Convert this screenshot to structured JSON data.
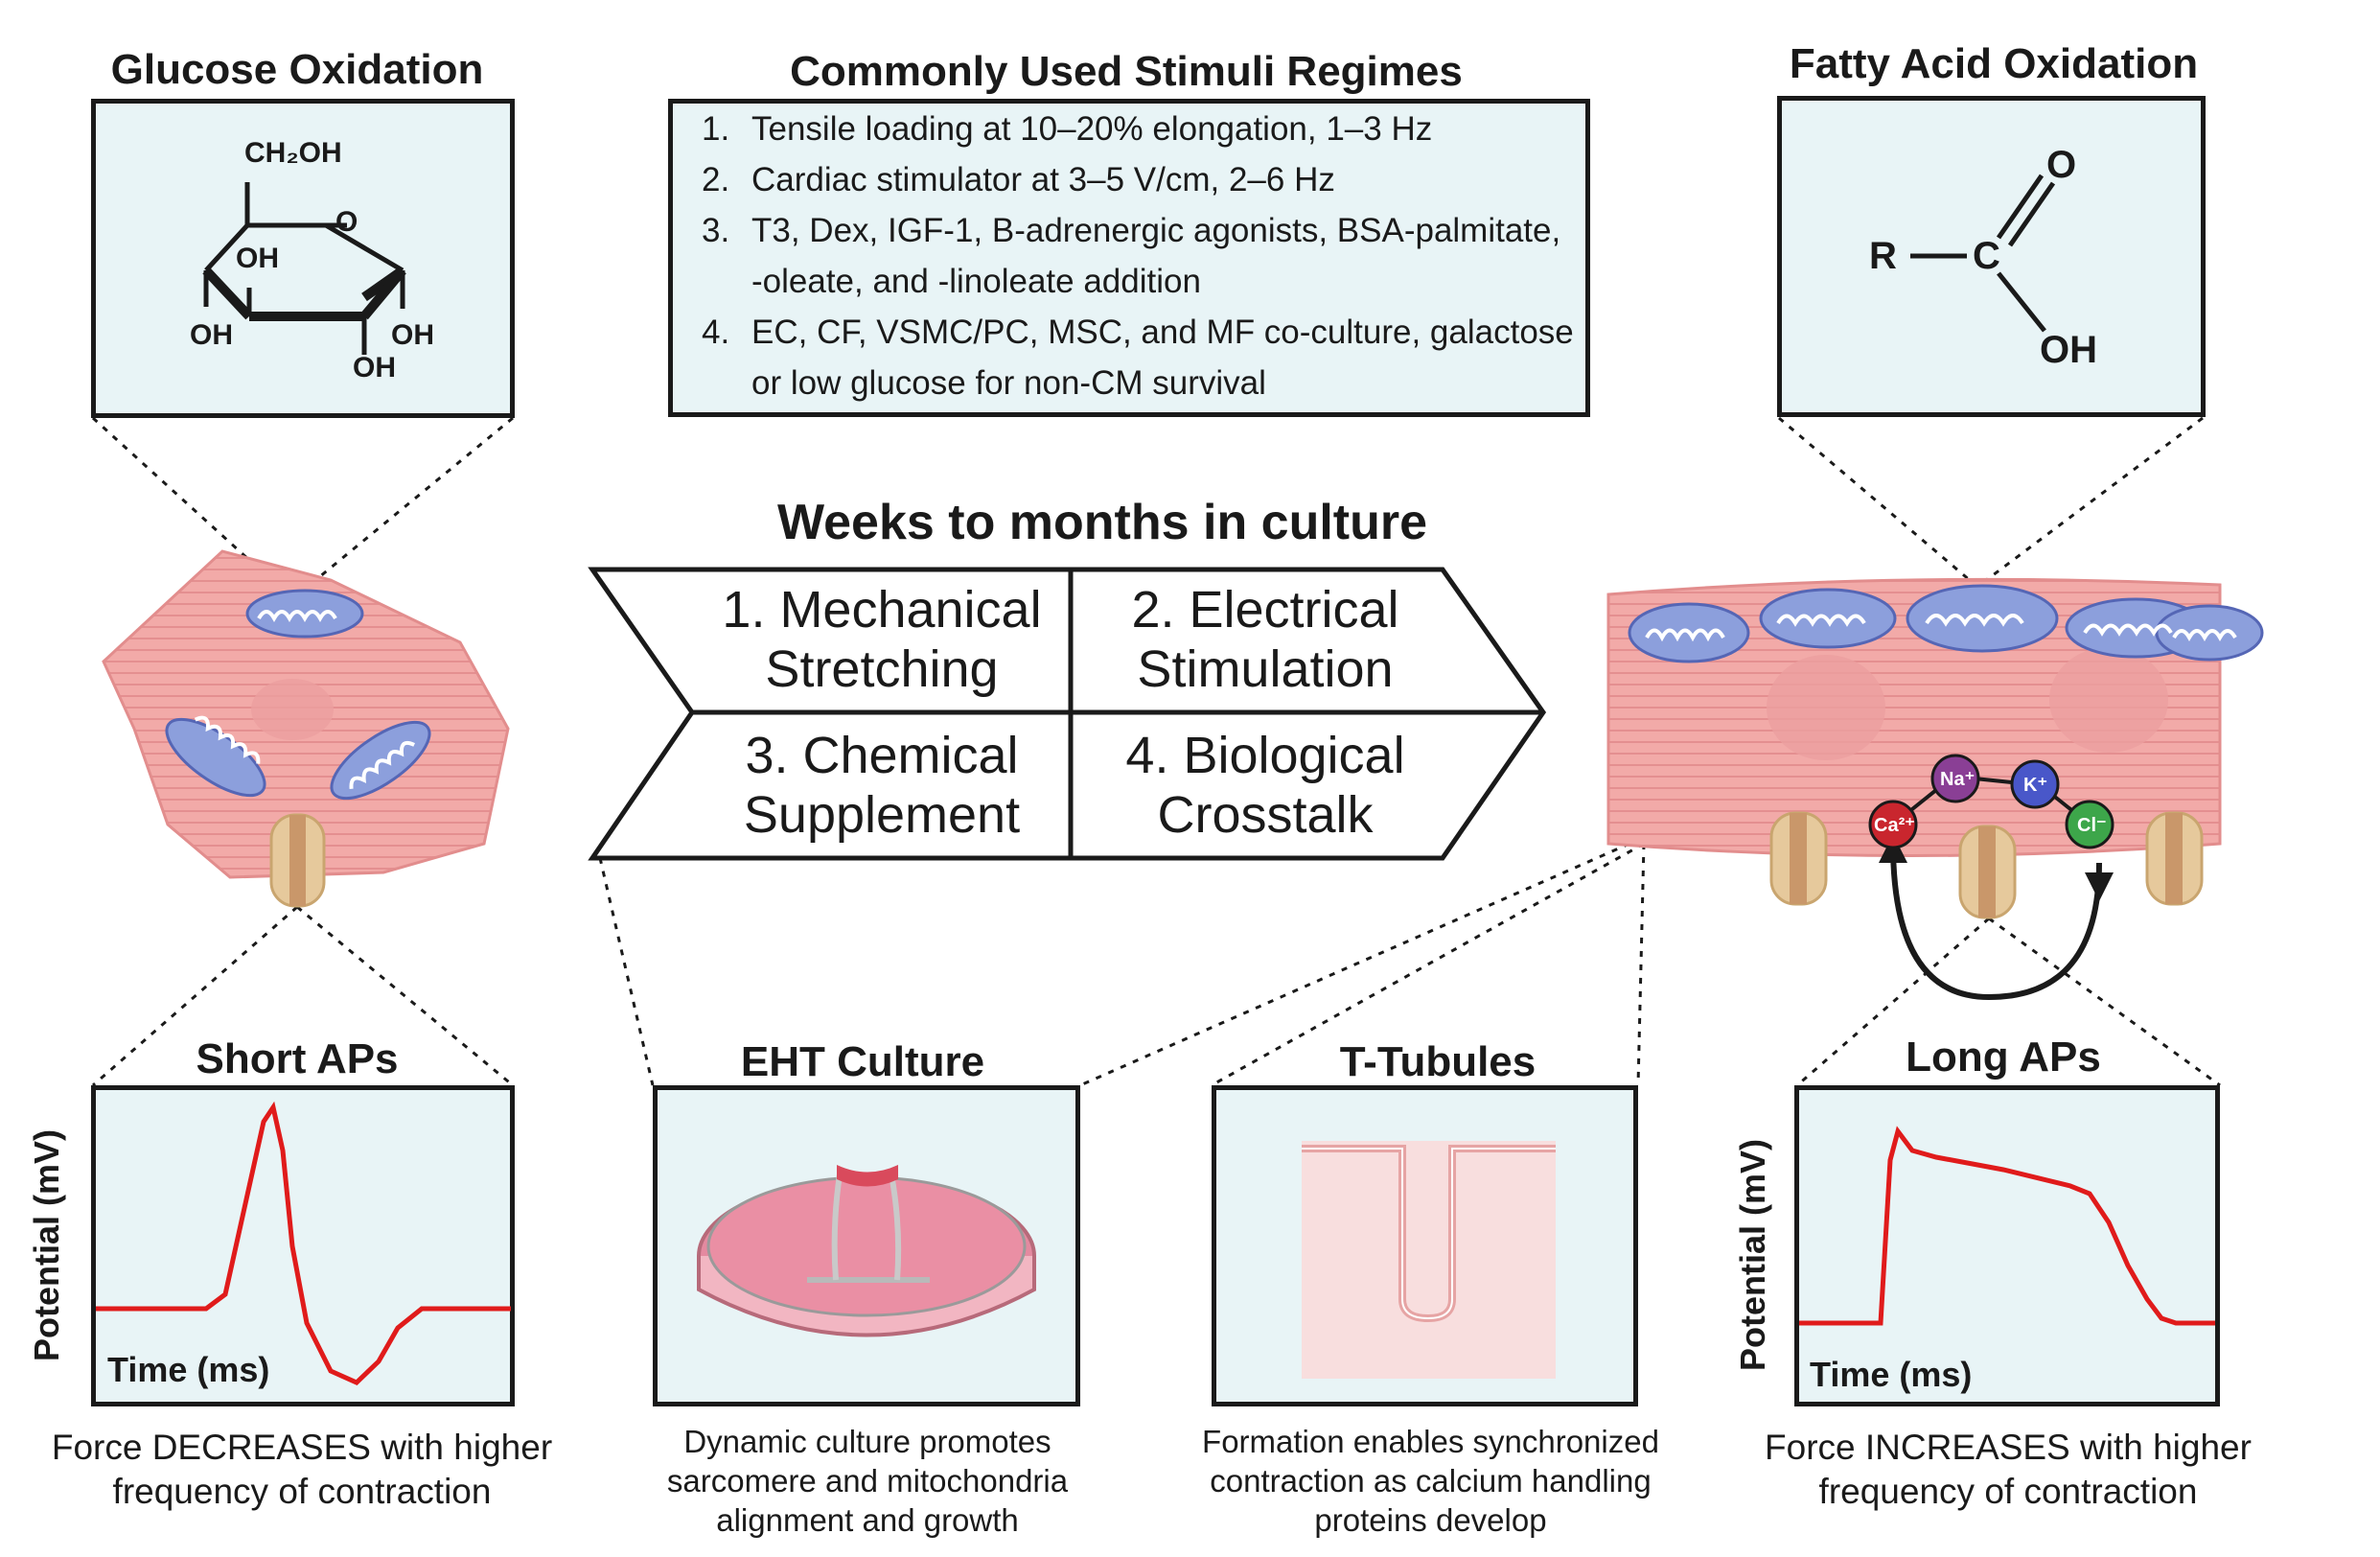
{
  "titles": {
    "glucose": "Glucose Oxidation",
    "stimuli": "Commonly Used Stimuli Regimes",
    "fatty": "Fatty Acid Oxidation",
    "weeks": "Weeks to months in culture",
    "short_aps": "Short APs",
    "eht": "EHT Culture",
    "ttubules": "T-Tubules",
    "long_aps": "Long APs"
  },
  "stimuli_list": [
    {
      "num": "1.",
      "lines": [
        "Tensile loading at 10–20% elongation, 1–3 Hz"
      ]
    },
    {
      "num": "2.",
      "lines": [
        "Cardiac stimulator at 3–5 V/cm, 2–6 Hz"
      ]
    },
    {
      "num": "3.",
      "lines": [
        "T3, Dex, IGF-1, B-adrenergic agonists, BSA-palmitate,",
        "-oleate, and -linoleate addition"
      ]
    },
    {
      "num": "4.",
      "lines": [
        "EC, CF, VSMC/PC, MSC, and MF co-culture, galactose",
        "or low glucose for non-CM survival"
      ]
    }
  ],
  "glucose_labels": {
    "ch2oh": "CH₂OH",
    "o": "O",
    "oh_top": "OH",
    "oh_left": "OH",
    "oh_bottom": "OH",
    "oh_right": "OH"
  },
  "fatty_labels": {
    "r": "R",
    "c": "C",
    "o": "O",
    "oh": "OH"
  },
  "chevron": {
    "cell1": [
      "1. Mechanical",
      "Stretching"
    ],
    "cell2": [
      "2. Electrical",
      "Stimulation"
    ],
    "cell3": [
      "3. Chemical",
      "Supplement"
    ],
    "cell4": [
      "4. Biological",
      "Crosstalk"
    ]
  },
  "ions": {
    "na": "Na⁺",
    "k": "K⁺",
    "ca": "Ca²⁺",
    "cl": "Cl⁻"
  },
  "axes": {
    "potential": "Potential (mV)",
    "time": "Time (ms)"
  },
  "captions": {
    "short": [
      "Force DECREASES with higher",
      "frequency of contraction"
    ],
    "eht": [
      "Dynamic culture promotes",
      "sarcomere and mitochondria",
      "alignment and growth"
    ],
    "ttubules": [
      "Formation enables synchronized",
      "contraction as calcium handling",
      "proteins develop"
    ],
    "long": [
      "Force INCREASES with higher",
      "frequency of contraction"
    ]
  },
  "colors": {
    "box_fill": "#e8f4f6",
    "cell_pink": "#f0a6a6",
    "mito_blue": "#8c9fdc",
    "channel_tan": "#e6c99c",
    "ap_red": "#e01b1b",
    "ion_na": "#8a3f95",
    "ion_k": "#4957c9",
    "ion_ca": "#c9262e",
    "ion_cl": "#3da64a"
  }
}
